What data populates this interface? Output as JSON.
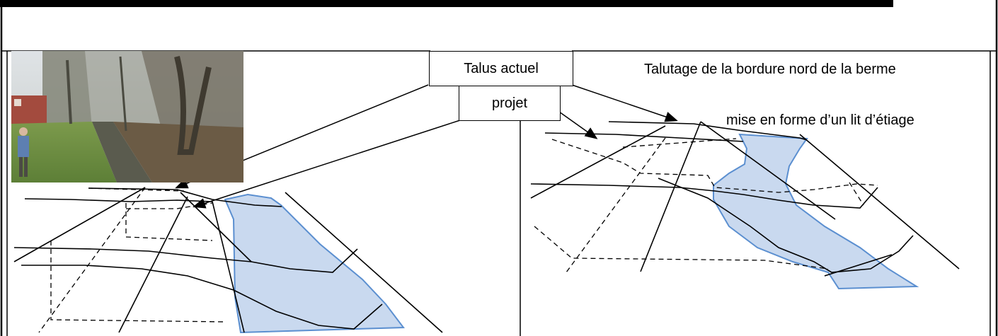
{
  "labels": {
    "talus_actuel": "Talus actuel",
    "projet": "projet",
    "talutage": "Talutage de la bordure nord de la berme",
    "lit_etiage": "mise en forme d’un lit d’étiage"
  },
  "colors": {
    "water_fill": "#c9d9ef",
    "water_stroke": "#5b8fd0",
    "line": "#000000"
  },
  "photo": {
    "description_icon": "photo-riverbank"
  }
}
